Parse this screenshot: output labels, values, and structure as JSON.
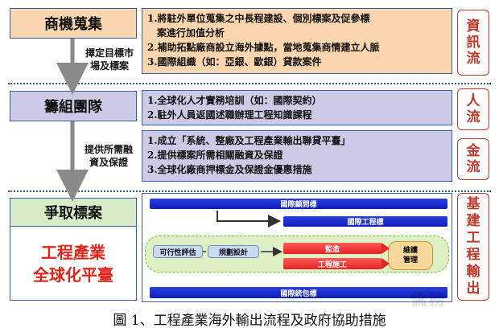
{
  "stages": {
    "s1": "商機蒐集",
    "s2": "籌組團隊",
    "s3": "爭取標案"
  },
  "global_platform": [
    "工程產業",
    "全球化平臺"
  ],
  "arrow_labels": {
    "a1": [
      "擇定目標市",
      "場及標案"
    ],
    "a2": [
      "提供所需融",
      "資及保證"
    ]
  },
  "desc1": [
    "1.將駐外單位蒐集之中長程建設、個別標案及促參標",
    "　案進行加值分析",
    "2.補助拓點廠商設立海外據點，當地蒐集商情建立人脈",
    "3.國際組織（如：亞銀、歐銀）貸款案件"
  ],
  "desc2": [
    "1.全球化人才實務培訓（如：國際契約）",
    "2.駐外人員返國述職辦理工程知識課程"
  ],
  "desc3": [
    "1.成立「系統、整廠及工程產業輸出聯貸平臺」",
    "2.提供標案所需相關融資及保證",
    "3.全球化廠商押標金及保證金優惠措施"
  ],
  "flows": {
    "info": [
      "資",
      "訊",
      "流"
    ],
    "people": [
      "人",
      "流"
    ],
    "money": [
      "金",
      "流"
    ],
    "infra": [
      "基",
      "建",
      "工",
      "程",
      "輸",
      "出"
    ]
  },
  "process": {
    "consultant": "國際顧問標",
    "engineering": "國際工程標",
    "feasibility": "可行性評估",
    "planning": "規劃設計",
    "supervision": "監造",
    "construction": "工程施工",
    "maintenance": [
      "維護",
      "管理"
    ],
    "turnkey": "國際統包標"
  },
  "colors": {
    "peach": "#fbd5ae",
    "lavender": "#cdcae6",
    "green": "#d8ecc7",
    "blue_bar": "#1a2fd6",
    "red": "#c0392b"
  },
  "caption": "圖 1、工程產業海外輸出流程及政府協助措施",
  "watermark": "僑務"
}
